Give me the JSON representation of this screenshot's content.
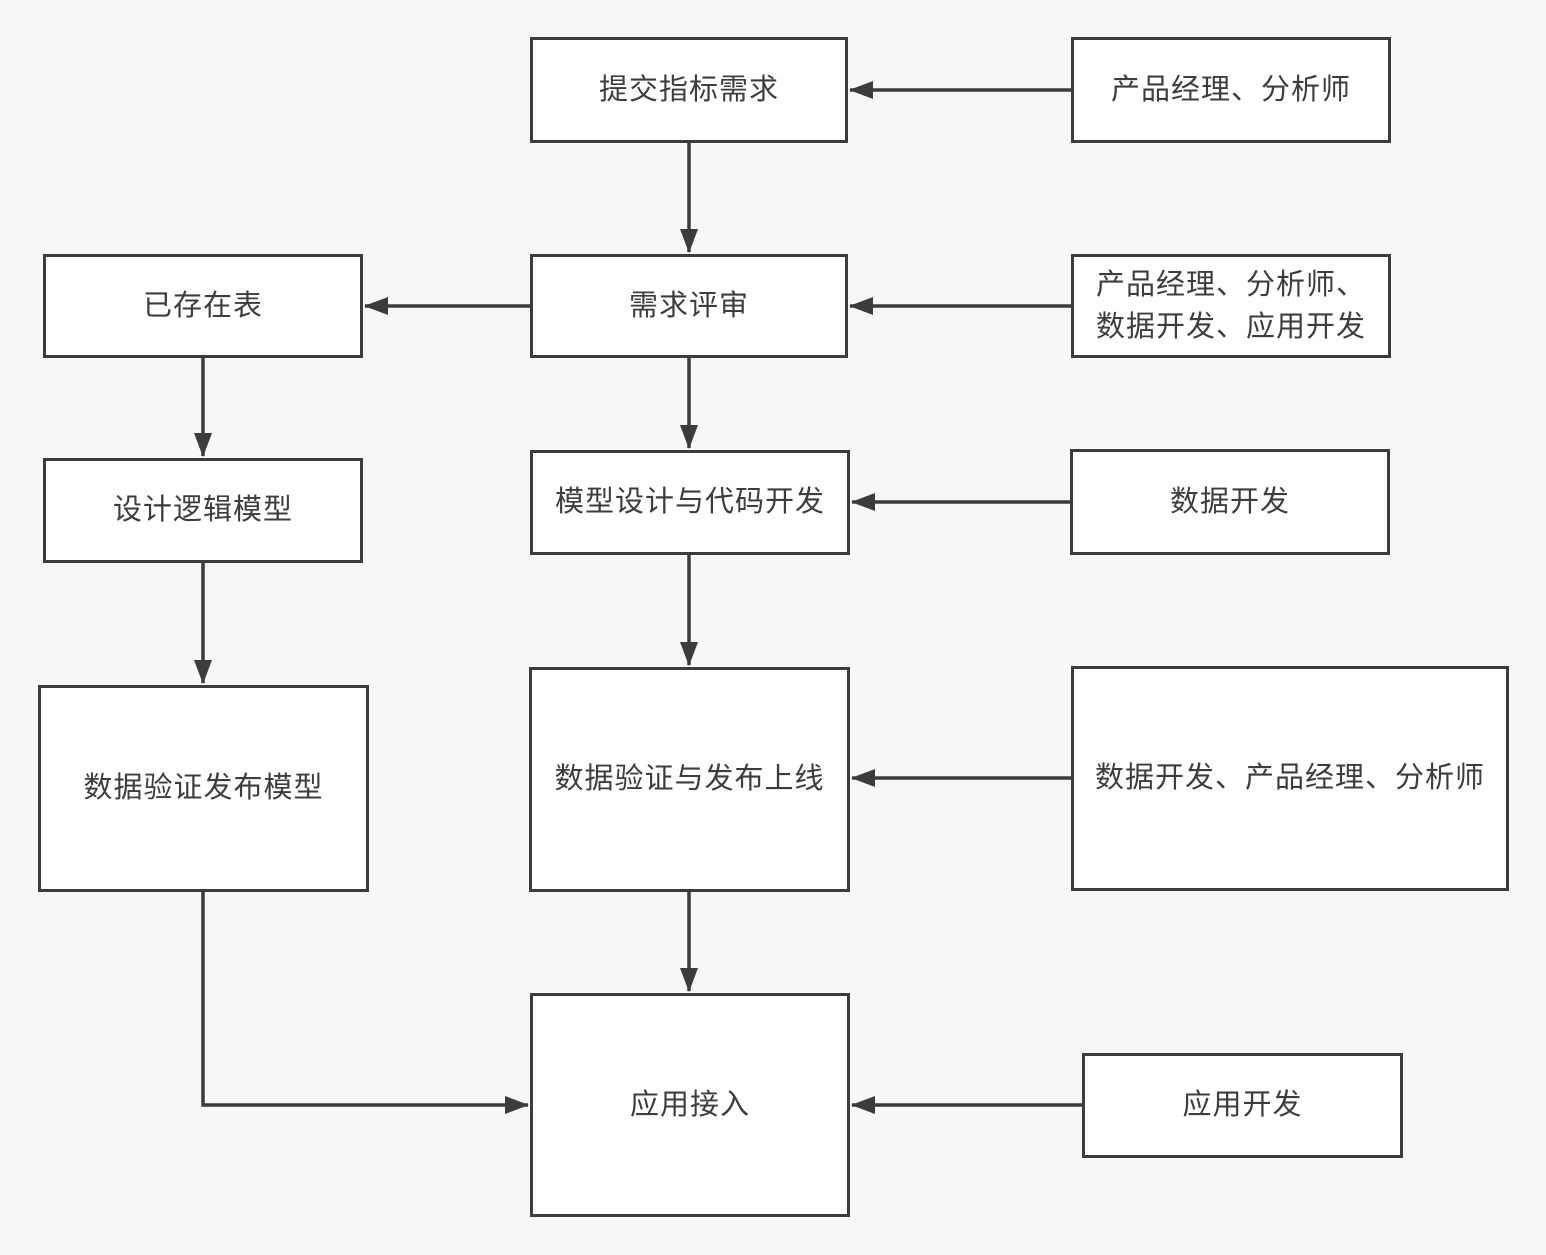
{
  "diagram": {
    "type": "flowchart",
    "colors": {
      "background": "#f7f7f7",
      "box_fill": "#ffffff",
      "line": "#3c3c3c",
      "text": "#3d3d3d"
    },
    "nodes": {
      "submit_requirement": {
        "label": "提交指标需求"
      },
      "requirement_review": {
        "label": "需求评审"
      },
      "model_design_code_dev": {
        "label": "模型设计与代码开发"
      },
      "data_validation_release_online": {
        "label": "数据验证与发布上线"
      },
      "app_integration": {
        "label": "应用接入"
      },
      "existing_table": {
        "label": "已存在表"
      },
      "design_logic_model": {
        "label": "设计逻辑模型"
      },
      "data_validation_publish_model": {
        "label": "数据验证发布模型"
      },
      "role_pm_analyst": {
        "label": "产品经理、分析师"
      },
      "role_review_group": {
        "line1": "产品经理、分析师、",
        "line2": "数据开发、应用开发"
      },
      "role_data_dev": {
        "label": "数据开发"
      },
      "role_dd_pm_analyst": {
        "label": "数据开发、产品经理、分析师"
      },
      "role_app_dev": {
        "label": "应用开发"
      }
    },
    "edges": [
      {
        "from": "role_pm_analyst",
        "to": "submit_requirement"
      },
      {
        "from": "submit_requirement",
        "to": "requirement_review"
      },
      {
        "from": "requirement_review",
        "to": "existing_table"
      },
      {
        "from": "role_review_group",
        "to": "requirement_review"
      },
      {
        "from": "requirement_review",
        "to": "model_design_code_dev"
      },
      {
        "from": "role_data_dev",
        "to": "model_design_code_dev"
      },
      {
        "from": "existing_table",
        "to": "design_logic_model"
      },
      {
        "from": "model_design_code_dev",
        "to": "data_validation_release_online"
      },
      {
        "from": "role_dd_pm_analyst",
        "to": "data_validation_release_online"
      },
      {
        "from": "design_logic_model",
        "to": "data_validation_publish_model"
      },
      {
        "from": "data_validation_release_online",
        "to": "app_integration"
      },
      {
        "from": "data_validation_publish_model",
        "to": "app_integration"
      },
      {
        "from": "role_app_dev",
        "to": "app_integration"
      }
    ]
  }
}
